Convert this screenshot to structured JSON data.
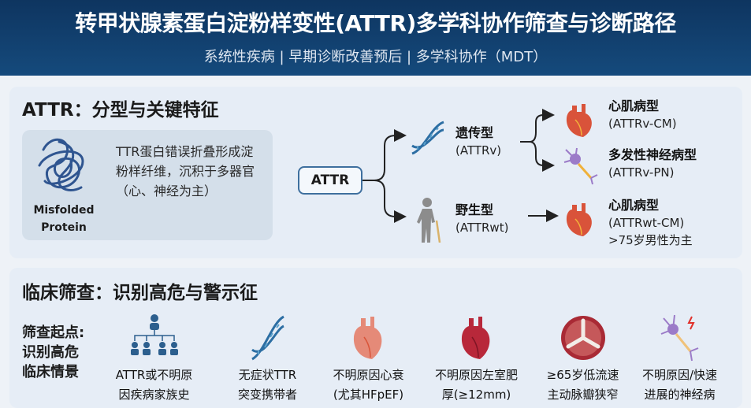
{
  "header": {
    "title": "转甲状腺素蛋白淀粉样变性(ATTR)多学科协作筛查与诊断路径",
    "subtitle": "系统性疾病 | 早期诊断改善预后 | 多学科协作（MDT）"
  },
  "section1": {
    "heading": "ATTR：分型与关键特征",
    "protein_label": [
      "Misfolded",
      "Protein"
    ],
    "description": "TTR蛋白错误折叠形成淀粉样纤维，沉积于多器官（心、神经为主）",
    "root": "ATTR",
    "hereditary": {
      "name": "遗传型",
      "code": "(ATTRv)"
    },
    "wild": {
      "name": "野生型",
      "code": "(ATTRwt)"
    },
    "outcomes": [
      {
        "name": "心肌病型",
        "code": "(ATTRv-CM)"
      },
      {
        "name": "多发性神经病型",
        "code": "(ATTRv-PN)"
      },
      {
        "name": "心肌病型",
        "code": "(ATTRwt-CM)",
        "note": ">75岁男性为主"
      }
    ]
  },
  "section2": {
    "heading": "临床筛查：识别高危与警示征",
    "start_label": [
      "筛查起点:",
      "识别高危",
      "临床情景"
    ],
    "items": [
      {
        "icon": "family-tree-icon",
        "lines": [
          "ATTR或不明原",
          "因疾病家族史"
        ]
      },
      {
        "icon": "dna-icon",
        "lines": [
          "无症状TTR",
          "突变携带者"
        ]
      },
      {
        "icon": "heart-icon",
        "lines": [
          "不明原因心衰",
          "(尤其HFpEF)"
        ]
      },
      {
        "icon": "thick-heart-icon",
        "lines": [
          "不明原因左室肥",
          "厚(≥12mm)"
        ]
      },
      {
        "icon": "aortic-valve-icon",
        "lines": [
          "≥65岁低流速",
          "主动脉瓣狭窄"
        ]
      },
      {
        "icon": "neuron-icon",
        "lines": [
          "不明原因/快速",
          "进展的神经病"
        ]
      }
    ]
  }
}
